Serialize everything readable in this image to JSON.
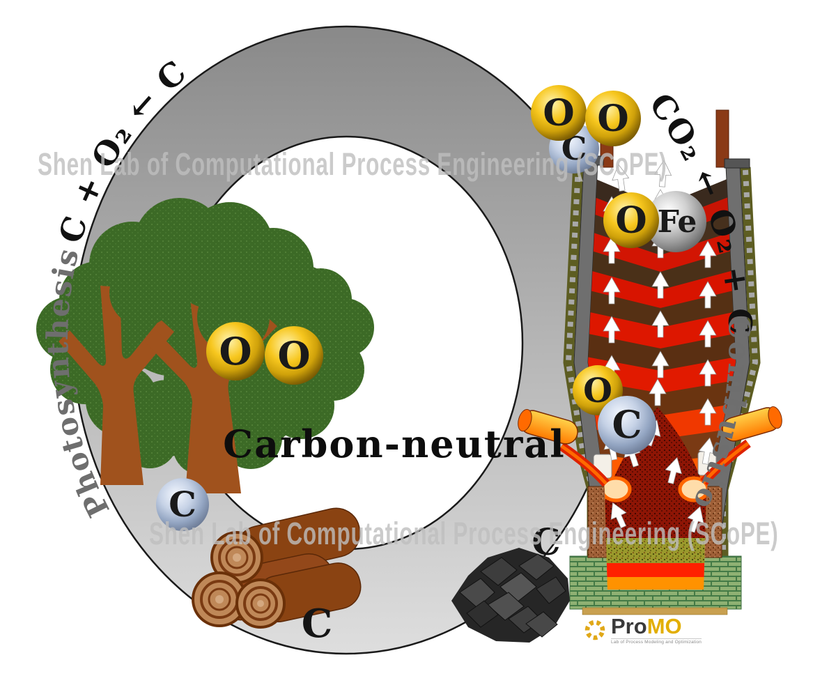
{
  "title": {
    "center": "Carbon-neutral"
  },
  "left_arc": {
    "process": "Photosynthesis",
    "reaction": "C + O₂ ← CO₂"
  },
  "right_arc": {
    "reaction": "CO₂ ← O₂ + C",
    "process": "Combustion"
  },
  "molecules": {
    "o2_on_tree": {
      "o1": "O",
      "o2": "O"
    },
    "co2_top": {
      "o1": "O",
      "o2": "O",
      "c": "C"
    },
    "furnace_upper": {
      "o": "O",
      "fe": "Fe"
    },
    "furnace_lower": {
      "o": "O",
      "c": "C"
    },
    "soil_carbon": "C"
  },
  "labels": {
    "wood": "C",
    "coal": "C"
  },
  "watermark": {
    "line1": "Shen Lab of Computational Process Engineering (SCoPE)",
    "line2": "Shen Lab of Computational Process Engineering (SCoPE)"
  },
  "logo": {
    "pro": "Pro",
    "mo": "MO",
    "tagline": "Lab of Process Modeling and Optimization"
  },
  "colors": {
    "ring_top": "#898989",
    "ring_bottom": "#dedede",
    "foliage": "#3c6a26",
    "trunk": "#a0521d",
    "furnace_red": "#d81400",
    "furnace_dark": "#4a3018",
    "molten_orange": "#ff8000",
    "gold": "#f7c71f",
    "base_green": "#8fb173",
    "text_gray": "#6e6e6e"
  }
}
